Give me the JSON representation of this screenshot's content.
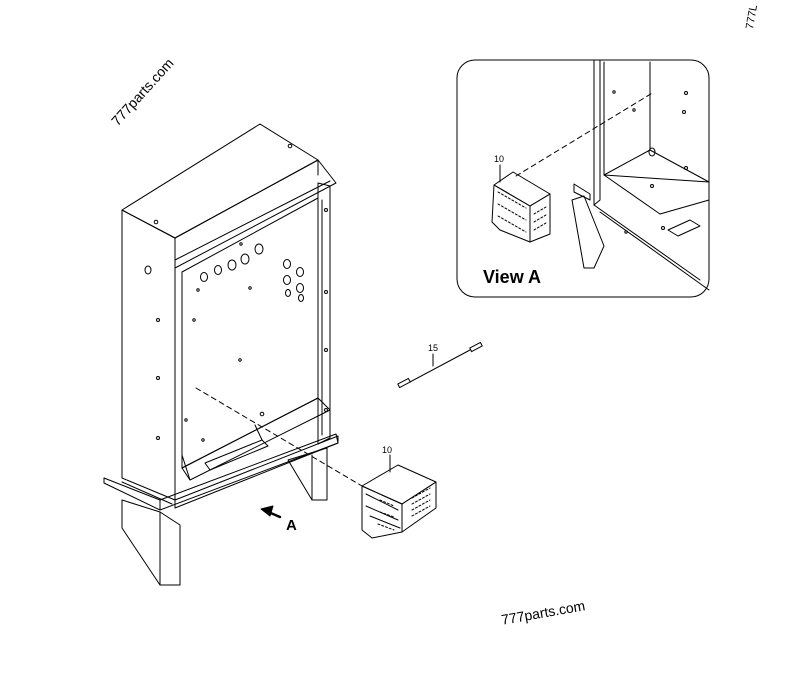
{
  "watermarks": [
    "777parts.com",
    "777parts.com"
  ],
  "corner_code": "777L",
  "callouts": {
    "controller_main": "10",
    "controller_inset": "10",
    "cable": "15"
  },
  "view_arrow_letter": "A",
  "inset_title": "View A",
  "colors": {
    "line": "#000000",
    "background": "#ffffff"
  }
}
